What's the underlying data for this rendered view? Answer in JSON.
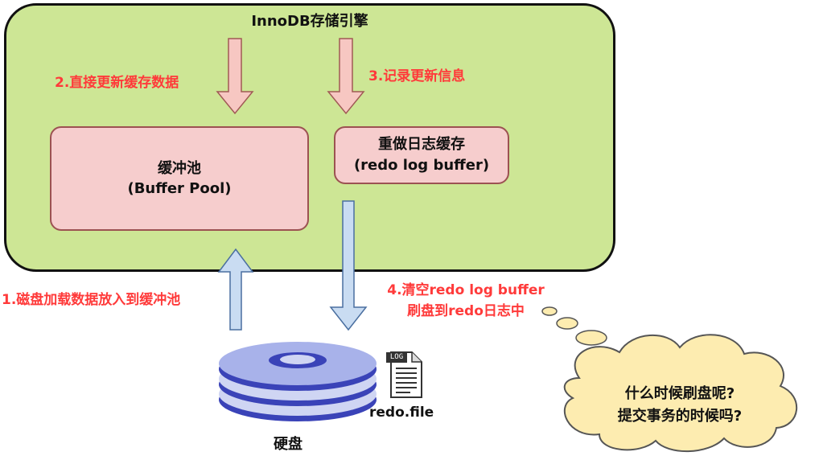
{
  "engine": {
    "title": "InnoDB存储引擎"
  },
  "buffer_pool": {
    "line1": "缓冲池",
    "line2": "(Buffer Pool)"
  },
  "redo_buffer": {
    "line1": "重做日志缓存",
    "line2": "(redo log buffer)"
  },
  "steps": {
    "step2": "2.直接更新缓存数据",
    "step3": "3.记录更新信息",
    "step1": "1.磁盘加载数据放入到缓冲池",
    "step4_line1": "4.清空redo log buffer",
    "step4_line2": "刷盘到redo日志中"
  },
  "disk": {
    "label": "硬盘"
  },
  "log_file": {
    "tag": "LOG",
    "label": "redo.file"
  },
  "cloud": {
    "line1": "什么时候刷盘呢?",
    "line2": "提交事务的时候吗?"
  },
  "colors": {
    "engine_fill": "#cde695",
    "box_fill": "#f6cdcd",
    "arrow_pink": "#f7c7c2",
    "arrow_blue": "#c9dcf2",
    "step_text": "#ff3a3a",
    "cloud_fill": "#fdecb0"
  }
}
